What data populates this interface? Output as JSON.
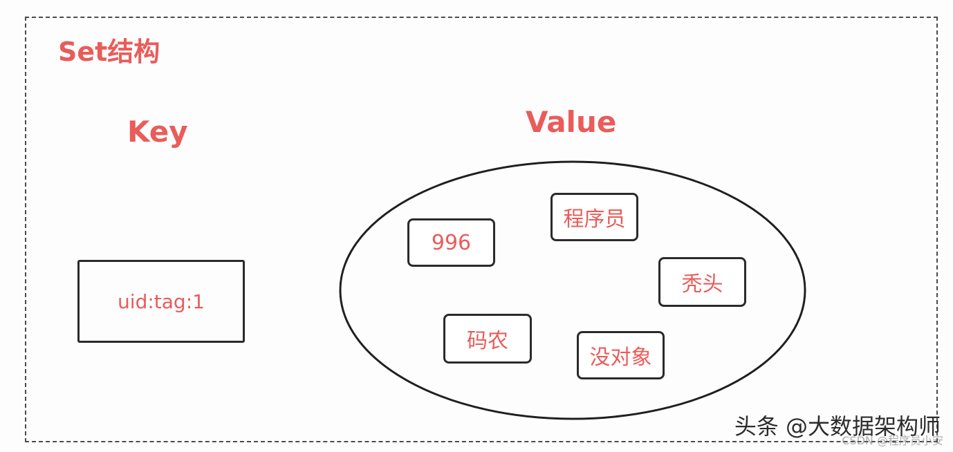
{
  "diagram": {
    "title": "Set结构",
    "key_heading": "Key",
    "value_heading": "Value",
    "key_box_text": "uid:tag:1",
    "values": [
      "996",
      "程序员",
      "秃头",
      "码农",
      "没对象"
    ]
  },
  "watermark": {
    "main": "头条 @大数据架构师",
    "sub": "CSDN @程序员小安"
  },
  "colors": {
    "accent": "#e95c5a",
    "stroke": "#2a2a2a"
  }
}
